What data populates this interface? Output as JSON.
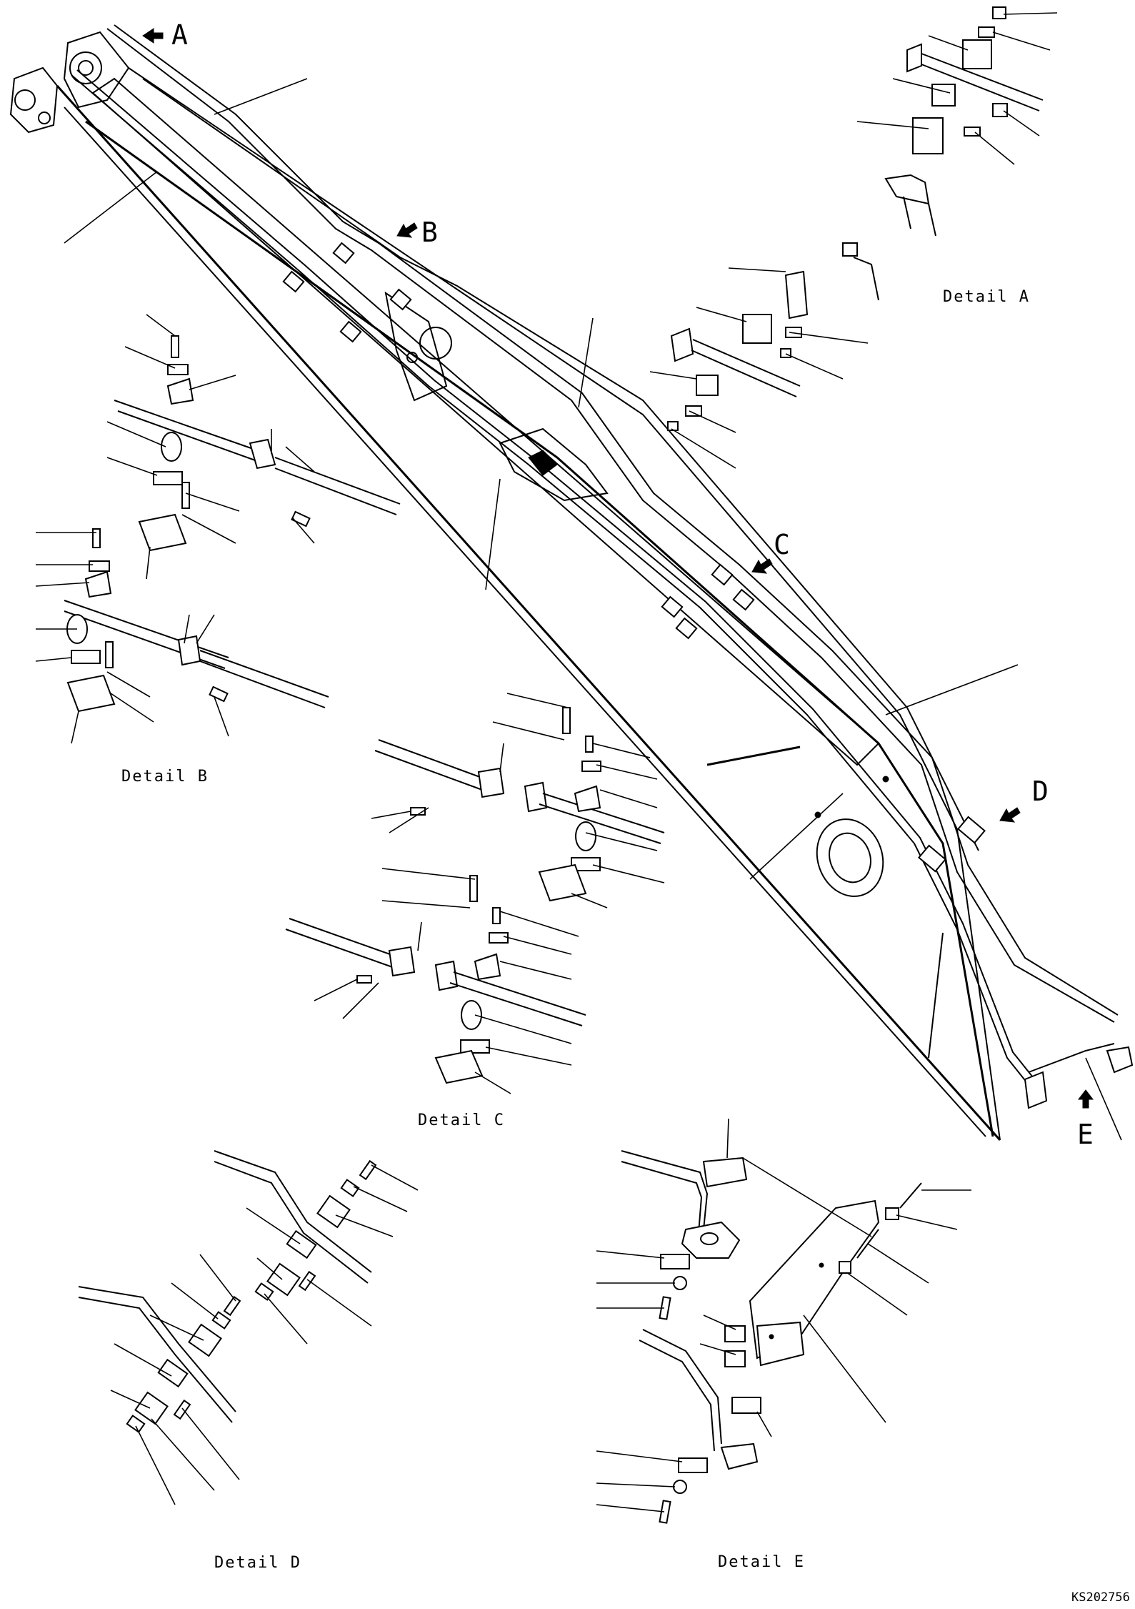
{
  "callouts": {
    "A": "A",
    "B": "B",
    "C": "C",
    "D": "D",
    "E": "E"
  },
  "details": {
    "A": "Detail A",
    "B": "Detail B",
    "C": "Detail C",
    "D": "Detail D",
    "E": "Detail E"
  },
  "drawing_code": "KS202756"
}
